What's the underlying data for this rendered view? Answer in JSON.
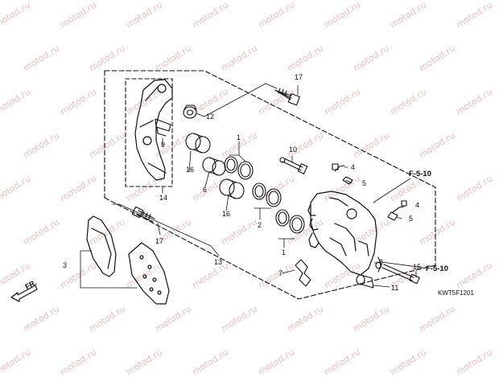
{
  "watermark": "motod.ru",
  "callouts": {
    "c1a": "1",
    "c1b": "1",
    "c2": "2",
    "c3": "3",
    "c4a": "4",
    "c4b": "4",
    "c5a": "5",
    "c5b": "5",
    "c6": "6",
    "c7": "7",
    "c8": "8",
    "c9": "9",
    "c10": "10",
    "c11": "11",
    "c12": "12",
    "c13": "13",
    "c14": "14",
    "c15": "15",
    "c16a": "16",
    "c16b": "16",
    "c17a": "17",
    "c17b": "17"
  },
  "refs": {
    "ref_top": "F-5-10",
    "ref_bottom": "F-5-10"
  },
  "direction": "FR.",
  "diagram_code": "KWT5F1201"
}
